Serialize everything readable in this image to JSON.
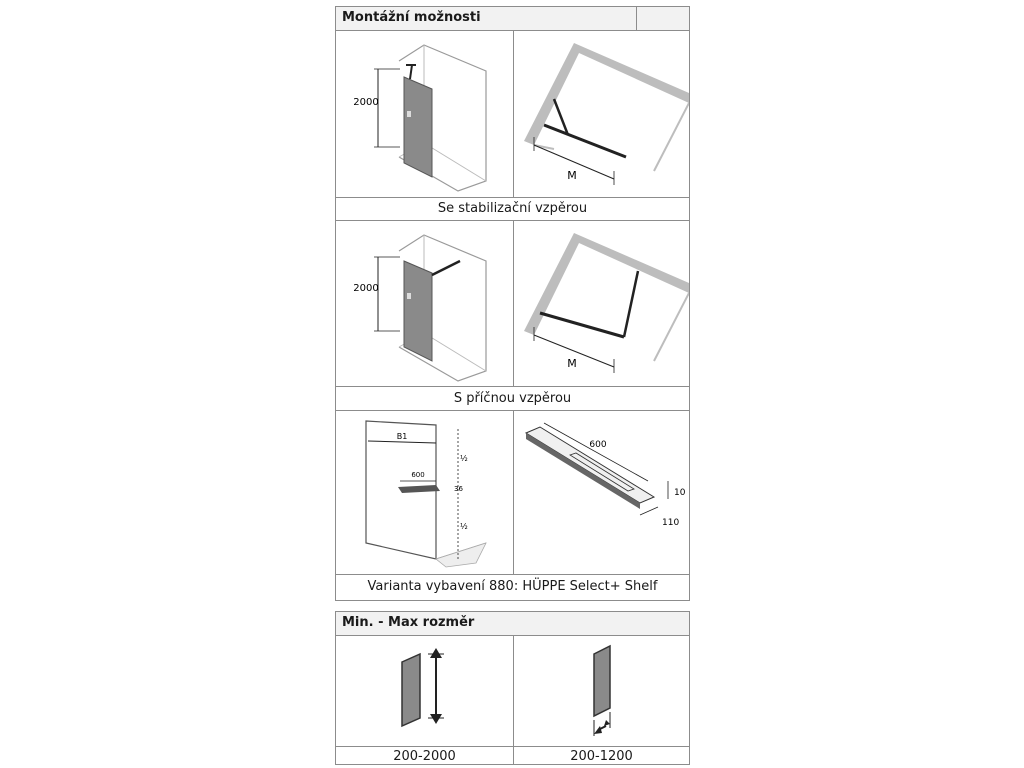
{
  "mounting": {
    "title": "Montážní možnosti",
    "row1": {
      "caption": "Se stabilizační vzpěrou",
      "height_label": "2000",
      "width_label": "M"
    },
    "row2": {
      "caption": "S příčnou vzpěrou",
      "height_label": "2000",
      "width_label": "M"
    },
    "row3": {
      "caption": "Varianta vybavení 880: HÜPPE Select+ Shelf",
      "left": {
        "b1": "B1",
        "shelf": "600",
        "half_top": "½",
        "offset": "36",
        "half_bottom": "½"
      },
      "right": {
        "length": "600",
        "height": "10",
        "depth": "110"
      }
    }
  },
  "size": {
    "title": "Min. - Max rozměr",
    "height_range": "200-2000",
    "width_range": "200-1200"
  },
  "colors": {
    "border": "#8c8c8c",
    "glass": "#8a8a8a",
    "wall": "#bdbdbd"
  }
}
